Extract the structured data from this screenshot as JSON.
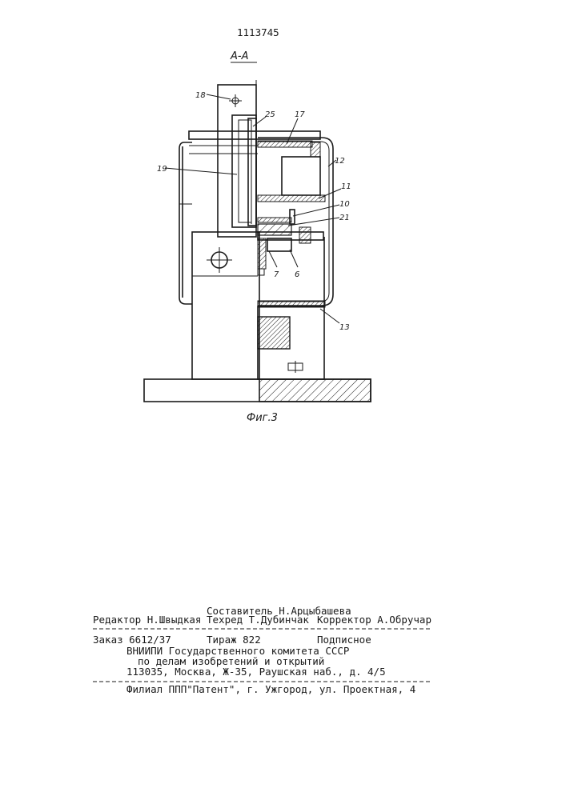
{
  "header": {
    "patent_number": "1113745"
  },
  "figure": {
    "section_label": "А-А",
    "caption": "Фиг.3",
    "callouts": {
      "c18": "18",
      "c25": "25",
      "c17": "17",
      "c12": "12",
      "c19": "19",
      "c11": "11",
      "c10": "10",
      "c21": "21",
      "c7": "7",
      "c6": "6",
      "c13": "13"
    }
  },
  "colophon": {
    "compiler": "Составитель Н.Арцыбашева",
    "editor": "Редактор Н.Швыдкая",
    "techred": "Техред Т.Дубинчак",
    "corrector": "Корректор А.Обручар",
    "order": "Заказ 6612/37",
    "circulation": "Тираж 822",
    "subscription": "Подписное",
    "org_line1": "ВНИИПИ Государственного комитета СССР",
    "org_line2": "по делам изобретений и открытий",
    "address": "113035, Москва, Ж-35, Раушская наб., д. 4/5",
    "branch": "Филиал ППП\"Патент\", г. Ужгород, ул. Проектная, 4"
  }
}
